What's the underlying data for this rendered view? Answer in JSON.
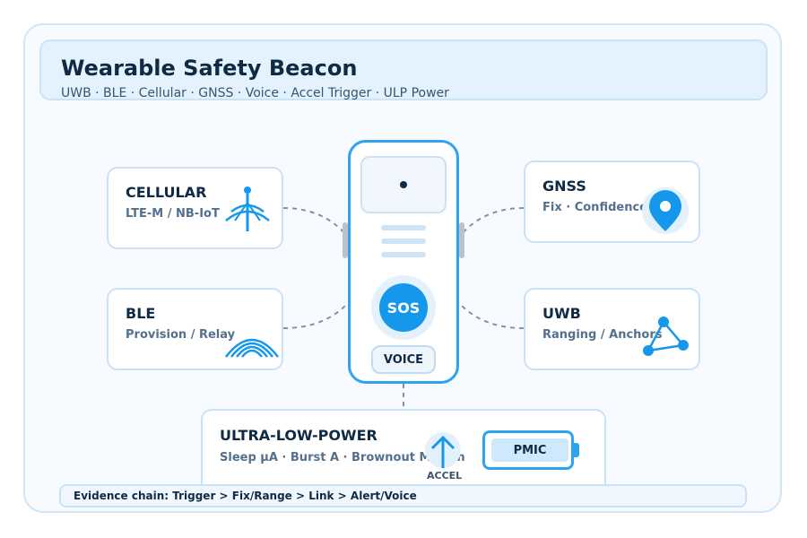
{
  "header": {
    "title": "Wearable Safety Beacon",
    "subtitle": "UWB · BLE · Cellular · GNSS · Voice · Accel Trigger · ULP Power"
  },
  "modules": {
    "cellular": {
      "title": "CELLULAR",
      "subtitle": "LTE-M / NB-IoT",
      "icon": "antenna-tower-icon"
    },
    "ble": {
      "title": "BLE",
      "subtitle": "Provision / Relay",
      "icon": "ble-arc-icon"
    },
    "gnss": {
      "title": "GNSS",
      "subtitle": "Fix · Confidence",
      "icon": "location-pin-icon"
    },
    "uwb": {
      "title": "UWB",
      "subtitle": "Ranging / Anchors",
      "icon": "triangulation-icon"
    }
  },
  "device": {
    "sos_label": "SOS",
    "voice_label": "VOICE"
  },
  "power": {
    "title": "ULTRA-LOW-POWER",
    "subtitle": "Sleep µA · Burst A · Brownout Margin",
    "accel_label": "ACCEL",
    "pmic_label": "PMIC"
  },
  "footer": {
    "evidence_chain": "Evidence chain: Trigger > Fix/Range > Link > Alert/Voice"
  },
  "colors": {
    "accent": "#1597ec",
    "dark": "#0f2a44",
    "muted": "#53708c",
    "border": "#c8e2f6"
  }
}
